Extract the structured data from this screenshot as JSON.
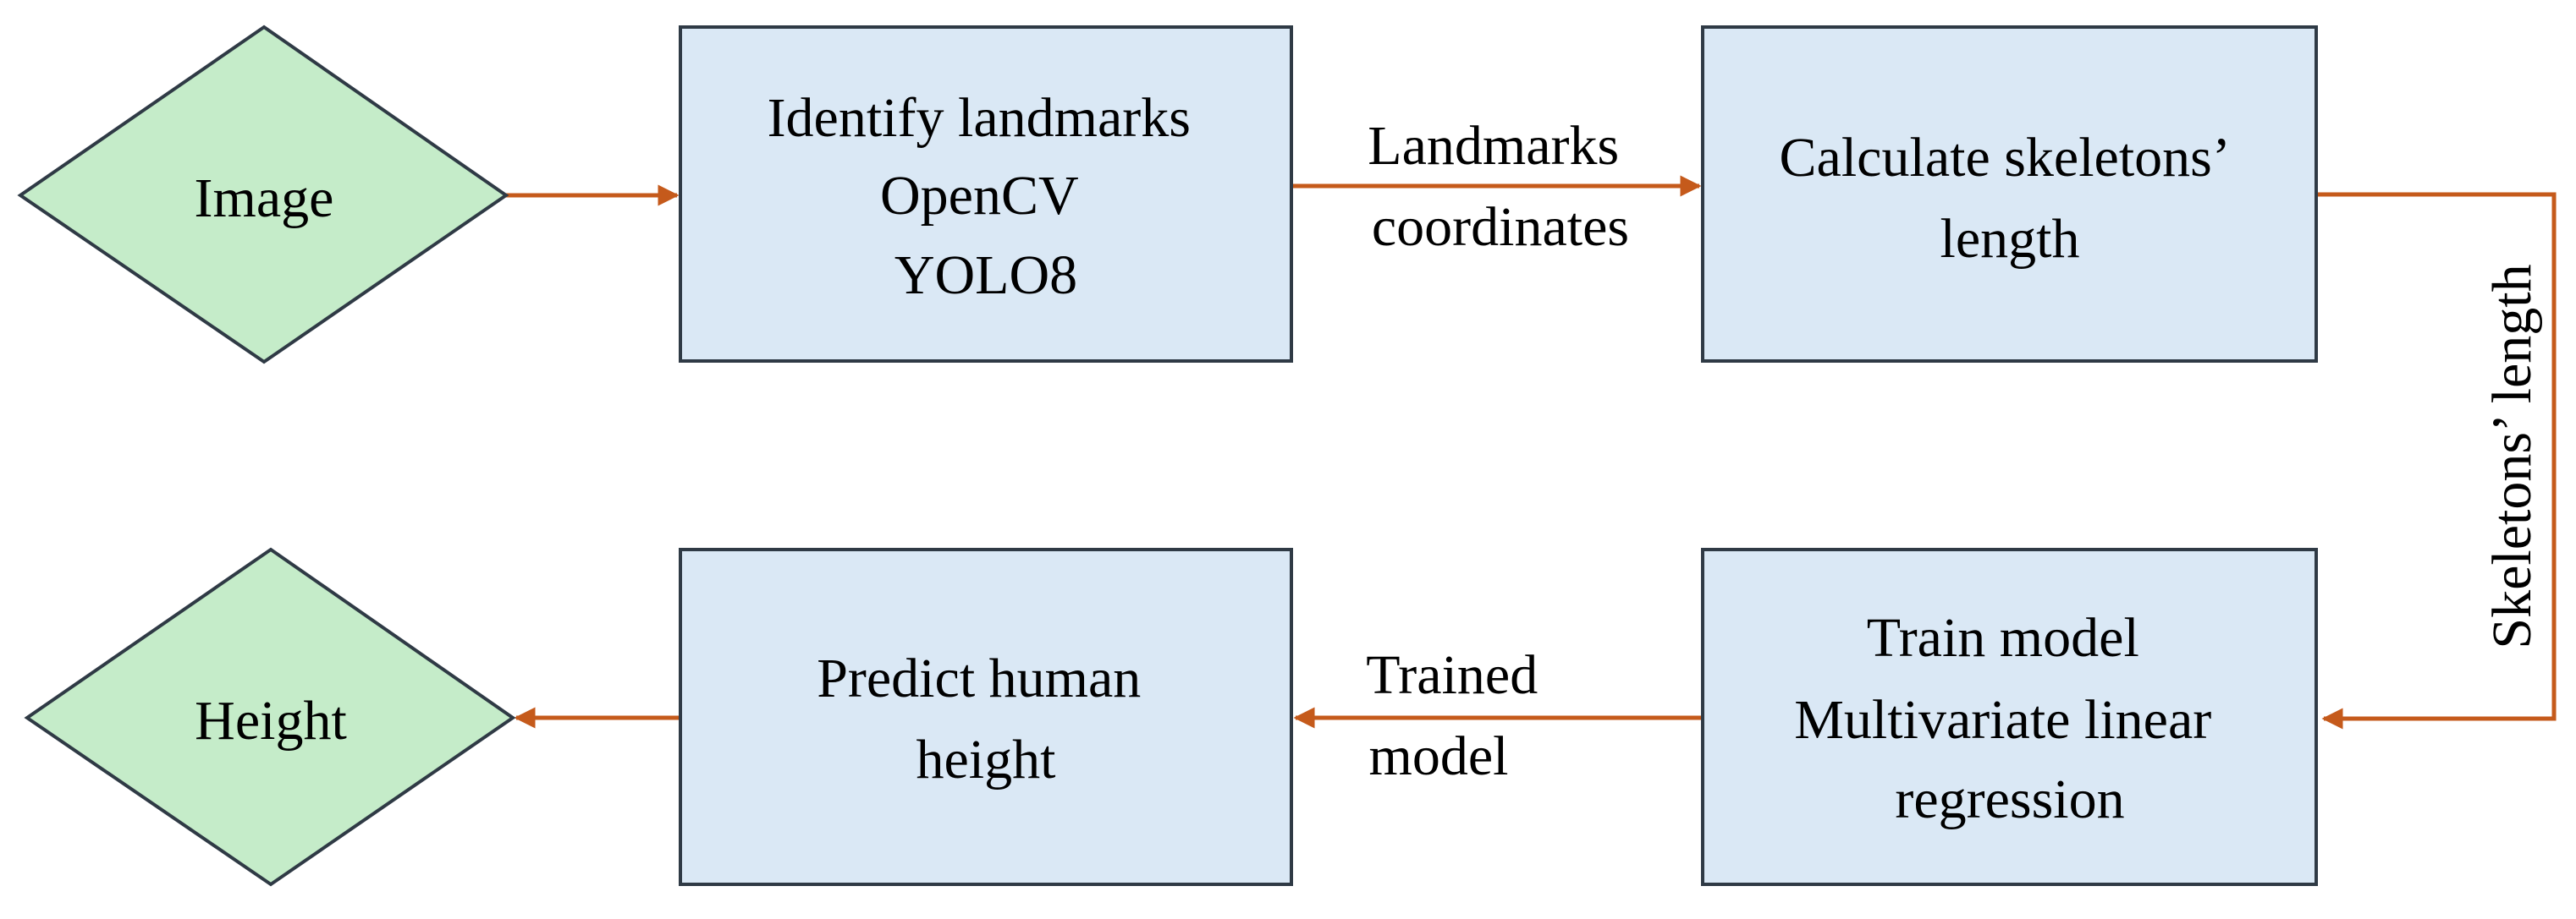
{
  "colors": {
    "process_fill": "#dae8f5",
    "terminal_fill": "#c5ecc9",
    "outline": "#2f3a45",
    "arrow": "#c55a1b"
  },
  "nodes": {
    "image": {
      "shape": "diamond",
      "lines": [
        "Image"
      ]
    },
    "identify": {
      "shape": "box",
      "lines": [
        "Identify landmarks",
        "OpenCV",
        "YOLO8"
      ]
    },
    "calculate": {
      "shape": "box",
      "lines": [
        "Calculate skeletons’",
        "length"
      ]
    },
    "train": {
      "shape": "box",
      "lines": [
        "Train model",
        "Multivariate linear",
        "regression"
      ]
    },
    "predict": {
      "shape": "box",
      "lines": [
        "Predict human",
        "height"
      ]
    },
    "height": {
      "shape": "diamond",
      "lines": [
        "Height"
      ]
    }
  },
  "edges": {
    "image_to_identify": {
      "from": "image",
      "to": "identify",
      "label": []
    },
    "identify_to_calculate": {
      "from": "identify",
      "to": "calculate",
      "label": [
        "Landmarks",
        "coordinates"
      ]
    },
    "calculate_to_train": {
      "from": "calculate",
      "to": "train",
      "label": [
        "Skeletons’ length"
      ]
    },
    "train_to_predict": {
      "from": "train",
      "to": "predict",
      "label": [
        "Trained",
        "model"
      ]
    },
    "predict_to_height": {
      "from": "predict",
      "to": "height",
      "label": []
    }
  }
}
